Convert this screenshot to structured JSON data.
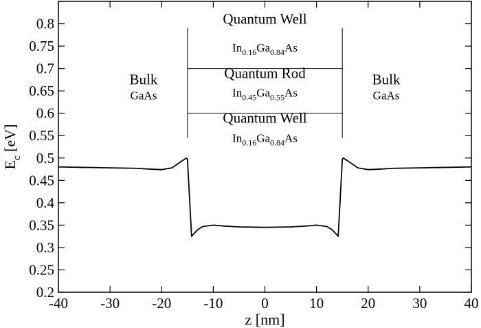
{
  "chart_data": {
    "type": "line",
    "title": "",
    "xlabel": "z [nm]",
    "ylabel": {
      "main": "E",
      "sub": "c",
      "unit": " [eV]"
    },
    "xlim": [
      -40,
      40
    ],
    "ylim": [
      0.2,
      0.85
    ],
    "x_ticks": [
      -40,
      -30,
      -20,
      -10,
      0,
      10,
      20,
      30,
      40
    ],
    "x_tick_labels": [
      "-40",
      "-30",
      "-20",
      "-10",
      "0",
      "10",
      "20",
      "30",
      "40"
    ],
    "y_ticks": [
      0.2,
      0.25,
      0.3,
      0.35,
      0.4,
      0.45,
      0.5,
      0.55,
      0.6,
      0.65,
      0.7,
      0.75,
      0.8
    ],
    "y_tick_labels": [
      "0.2",
      "0.25",
      "0.3",
      "0.35",
      "0.4",
      "0.45",
      "0.5",
      "0.55",
      "0.6",
      "0.65",
      "0.7",
      "0.75",
      "0.8"
    ],
    "grid": false,
    "legend": "none",
    "series": [
      {
        "x": [
          -40,
          -35,
          -30,
          -25,
          -22,
          -20,
          -18,
          -16.5,
          -15.2,
          -15.0,
          -14.2,
          -13,
          -12,
          -10,
          -8,
          -5,
          0,
          5,
          8,
          10,
          12,
          13,
          14.2,
          15.0,
          15.2,
          16.5,
          18,
          20,
          22,
          25,
          30,
          35,
          40
        ],
        "y": [
          0.48,
          0.479,
          0.478,
          0.477,
          0.475,
          0.474,
          0.478,
          0.49,
          0.5,
          0.497,
          0.325,
          0.34,
          0.347,
          0.35,
          0.348,
          0.346,
          0.345,
          0.346,
          0.348,
          0.35,
          0.347,
          0.34,
          0.325,
          0.497,
          0.5,
          0.49,
          0.478,
          0.474,
          0.475,
          0.477,
          0.478,
          0.479,
          0.48
        ],
        "color": "#000000"
      }
    ],
    "region_lines": {
      "vertical_x": [
        -15,
        15
      ],
      "vertical_y_range": [
        0.545,
        0.79
      ],
      "horizontal_y": [
        0.7,
        0.6
      ],
      "horizontal_x_range": [
        -15,
        15
      ]
    },
    "annotations": [
      {
        "id": "qw-top-title",
        "parts": [
          {
            "t": "Quantum Well"
          }
        ],
        "x": 0,
        "y": 0.8,
        "size": "big"
      },
      {
        "id": "qw-top-comp",
        "parts": [
          {
            "t": "In"
          },
          {
            "t": "0.16",
            "sub": true
          },
          {
            "t": "Ga"
          },
          {
            "t": "0.84",
            "sub": true
          },
          {
            "t": "As"
          }
        ],
        "x": 0,
        "y": 0.738,
        "size": "small"
      },
      {
        "id": "qr-title",
        "parts": [
          {
            "t": "Quantum Rod"
          }
        ],
        "x": 0,
        "y": 0.679,
        "size": "big"
      },
      {
        "id": "qr-comp",
        "parts": [
          {
            "t": "In"
          },
          {
            "t": "0.45",
            "sub": true
          },
          {
            "t": "Ga"
          },
          {
            "t": "0.55",
            "sub": true
          },
          {
            "t": "As"
          }
        ],
        "x": 0,
        "y": 0.637,
        "size": "small"
      },
      {
        "id": "qw-bottom-title",
        "parts": [
          {
            "t": "Quantum Well"
          }
        ],
        "x": 0,
        "y": 0.579,
        "size": "big"
      },
      {
        "id": "qw-bottom-comp",
        "parts": [
          {
            "t": "In"
          },
          {
            "t": "0.16",
            "sub": true
          },
          {
            "t": "Ga"
          },
          {
            "t": "0.84",
            "sub": true
          },
          {
            "t": "As"
          }
        ],
        "x": 0,
        "y": 0.536,
        "size": "small"
      },
      {
        "id": "bulk-left-title",
        "parts": [
          {
            "t": "Bulk"
          }
        ],
        "x": -23.5,
        "y": 0.665,
        "size": "big"
      },
      {
        "id": "bulk-left-comp",
        "parts": [
          {
            "t": "GaAs"
          }
        ],
        "x": -23.5,
        "y": 0.631,
        "size": "small"
      },
      {
        "id": "bulk-right-title",
        "parts": [
          {
            "t": "Bulk"
          }
        ],
        "x": 23.5,
        "y": 0.665,
        "size": "big"
      },
      {
        "id": "bulk-right-comp",
        "parts": [
          {
            "t": "GaAs"
          }
        ],
        "x": 23.5,
        "y": 0.631,
        "size": "small"
      }
    ]
  }
}
